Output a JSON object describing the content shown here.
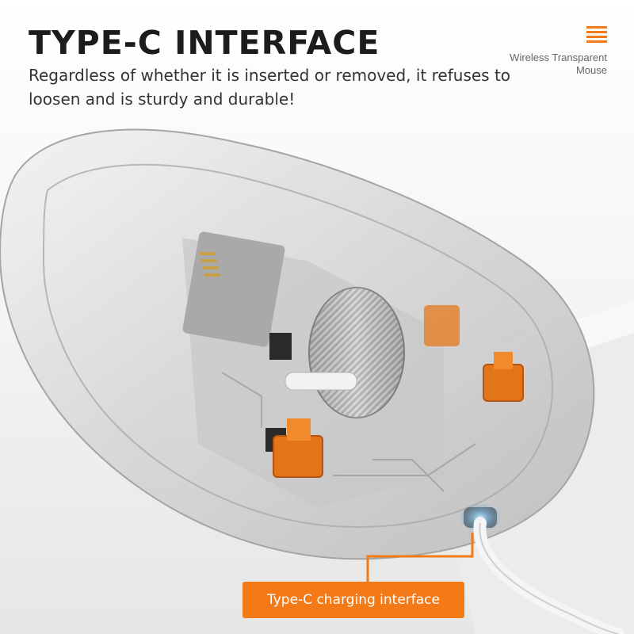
{
  "header": {
    "title": "TYPE-C INTERFACE",
    "subtitle": "Regardless of whether it is inserted or removed, it refuses to loosen and is sturdy and durable!"
  },
  "brand": {
    "line1": "Wireless Transparent",
    "line2": "Mouse",
    "icon": "menu-icon"
  },
  "callout": {
    "label": "Type-C charging interface"
  },
  "colors": {
    "accent": "#f47a17",
    "title": "#1c1c1c",
    "body_text": "#333333",
    "switch_orange": "#e2741a"
  }
}
